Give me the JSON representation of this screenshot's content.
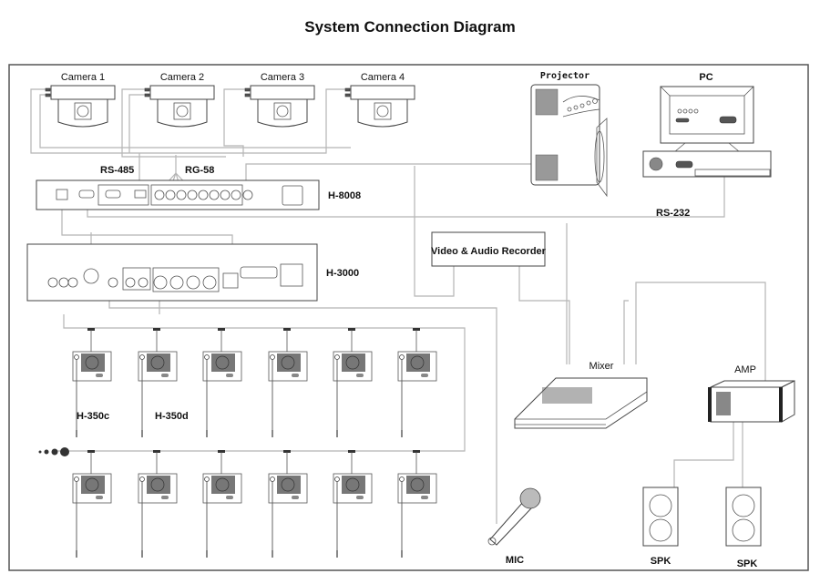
{
  "title": "System Connection Diagram",
  "devices": {
    "cameras": [
      {
        "label": "Camera 1"
      },
      {
        "label": "Camera 2"
      },
      {
        "label": "Camera 3"
      },
      {
        "label": "Camera 4"
      }
    ],
    "projector": {
      "label": "Projector"
    },
    "pc": {
      "label": "PC"
    },
    "main_unit": {
      "label": "H-8008"
    },
    "controller": {
      "label": "H-3000"
    },
    "recorder": {
      "label": "Video & Audio Recorder"
    },
    "mixer": {
      "label": "Mixer"
    },
    "amp": {
      "label": "AMP"
    },
    "mic": {
      "label": "MIC"
    },
    "speakers": [
      {
        "label": "SPK"
      },
      {
        "label": "SPK"
      }
    ],
    "chair_unit": {
      "label": "H-350c"
    },
    "delegate_unit": {
      "label": "H-350d"
    }
  },
  "cables": {
    "rs485": "RS-485",
    "rg58": "RG-58",
    "rs232": "RS-232"
  },
  "conference_units": {
    "row1_count": 6,
    "row2_count": 6
  }
}
